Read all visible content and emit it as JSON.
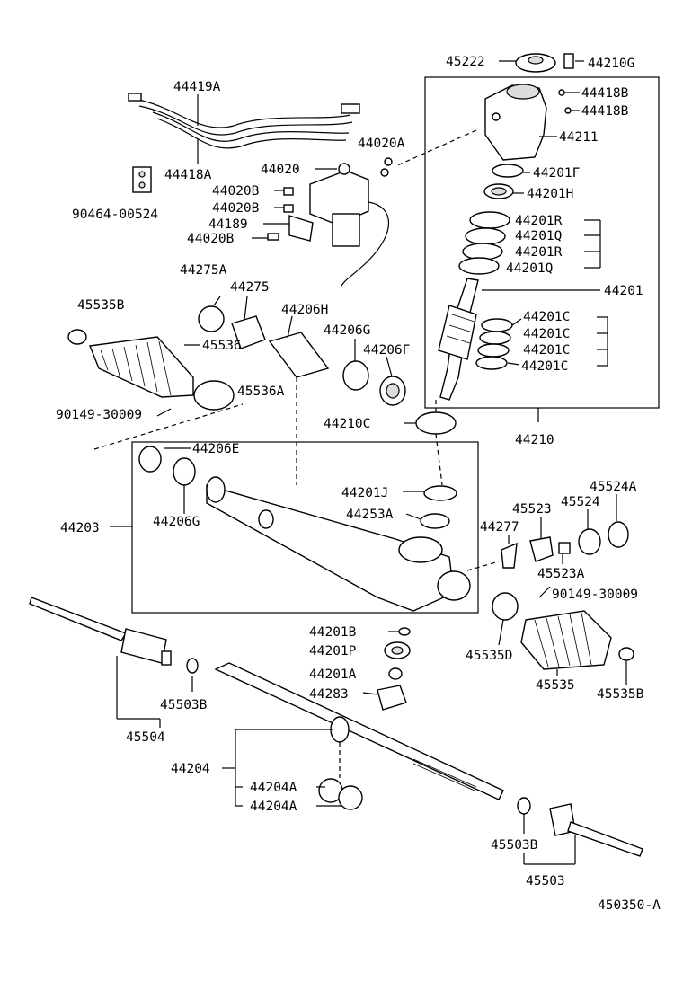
{
  "diagram_code": "450350-A",
  "labels": {
    "p45222": "45222",
    "p44210G": "44210G",
    "p44418B_1": "44418B",
    "p44418B_2": "44418B",
    "p44211": "44211",
    "p44201F": "44201F",
    "p44201H": "44201H",
    "p44201R_1": "44201R",
    "p44201Q_1": "44201Q",
    "p44201R_2": "44201R",
    "p44201Q_2": "44201Q",
    "p44201": "44201",
    "p44201C_1": "44201C",
    "p44201C_2": "44201C",
    "p44201C_3": "44201C",
    "p44201C_4": "44201C",
    "p44210": "44210",
    "p44210C": "44210C",
    "p44419A": "44419A",
    "p44418A": "44418A",
    "p44020A": "44020A",
    "p44020": "44020",
    "p44020B_1": "44020B",
    "p44020B_2": "44020B",
    "p44189": "44189",
    "p44020B_3": "44020B",
    "p90464": "90464-00524",
    "p44275A": "44275A",
    "p44275": "44275",
    "p44206H": "44206H",
    "p44206G_1": "44206G",
    "p44206F": "44206F",
    "p45535B_1": "45535B",
    "p45536": "45536",
    "p45536A": "45536A",
    "p90149_1": "90149-30009",
    "p44206E": "44206E",
    "p44206G_2": "44206G",
    "p44203": "44203",
    "p44201J": "44201J",
    "p44253A": "44253A",
    "p44277": "44277",
    "p45523": "45523",
    "p45524": "45524",
    "p45524A": "45524A",
    "p45523A": "45523A",
    "p90149_2": "90149-30009",
    "p45535D": "45535D",
    "p45535": "45535",
    "p45535B_2": "45535B",
    "p44201B": "44201B",
    "p44201P": "44201P",
    "p44201A": "44201A",
    "p44283": "44283",
    "p45503B_1": "45503B",
    "p45504": "45504",
    "p44204": "44204",
    "p44204A_1": "44204A",
    "p44204A_2": "44204A",
    "p45503B_2": "45503B",
    "p45503": "45503"
  }
}
